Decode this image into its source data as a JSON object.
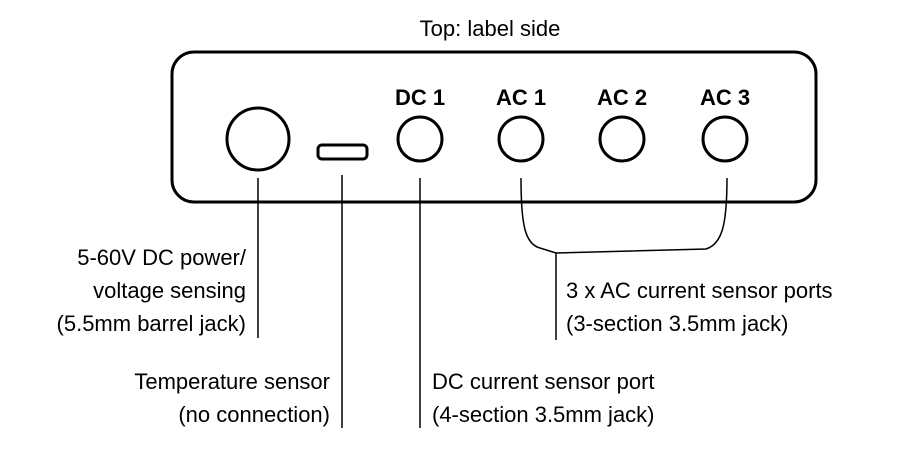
{
  "header": {
    "top_label": "Top: label side"
  },
  "ports": {
    "dc1": "DC 1",
    "ac1": "AC 1",
    "ac2": "AC 2",
    "ac3": "AC 3"
  },
  "callouts": {
    "power": {
      "line1": "5-60V DC power/",
      "line2": "voltage sensing",
      "line3": "(5.5mm barrel jack)"
    },
    "temperature": {
      "line1": "Temperature sensor",
      "line2": "(no connection)"
    },
    "dc_sensor": {
      "line1": "DC current sensor port",
      "line2": "(4-section 3.5mm jack)"
    },
    "ac_sensors": {
      "line1": "3 x AC current sensor ports",
      "line2": "(3-section 3.5mm jack)"
    }
  },
  "colors": {
    "stroke": "#000000",
    "background": "#ffffff"
  }
}
